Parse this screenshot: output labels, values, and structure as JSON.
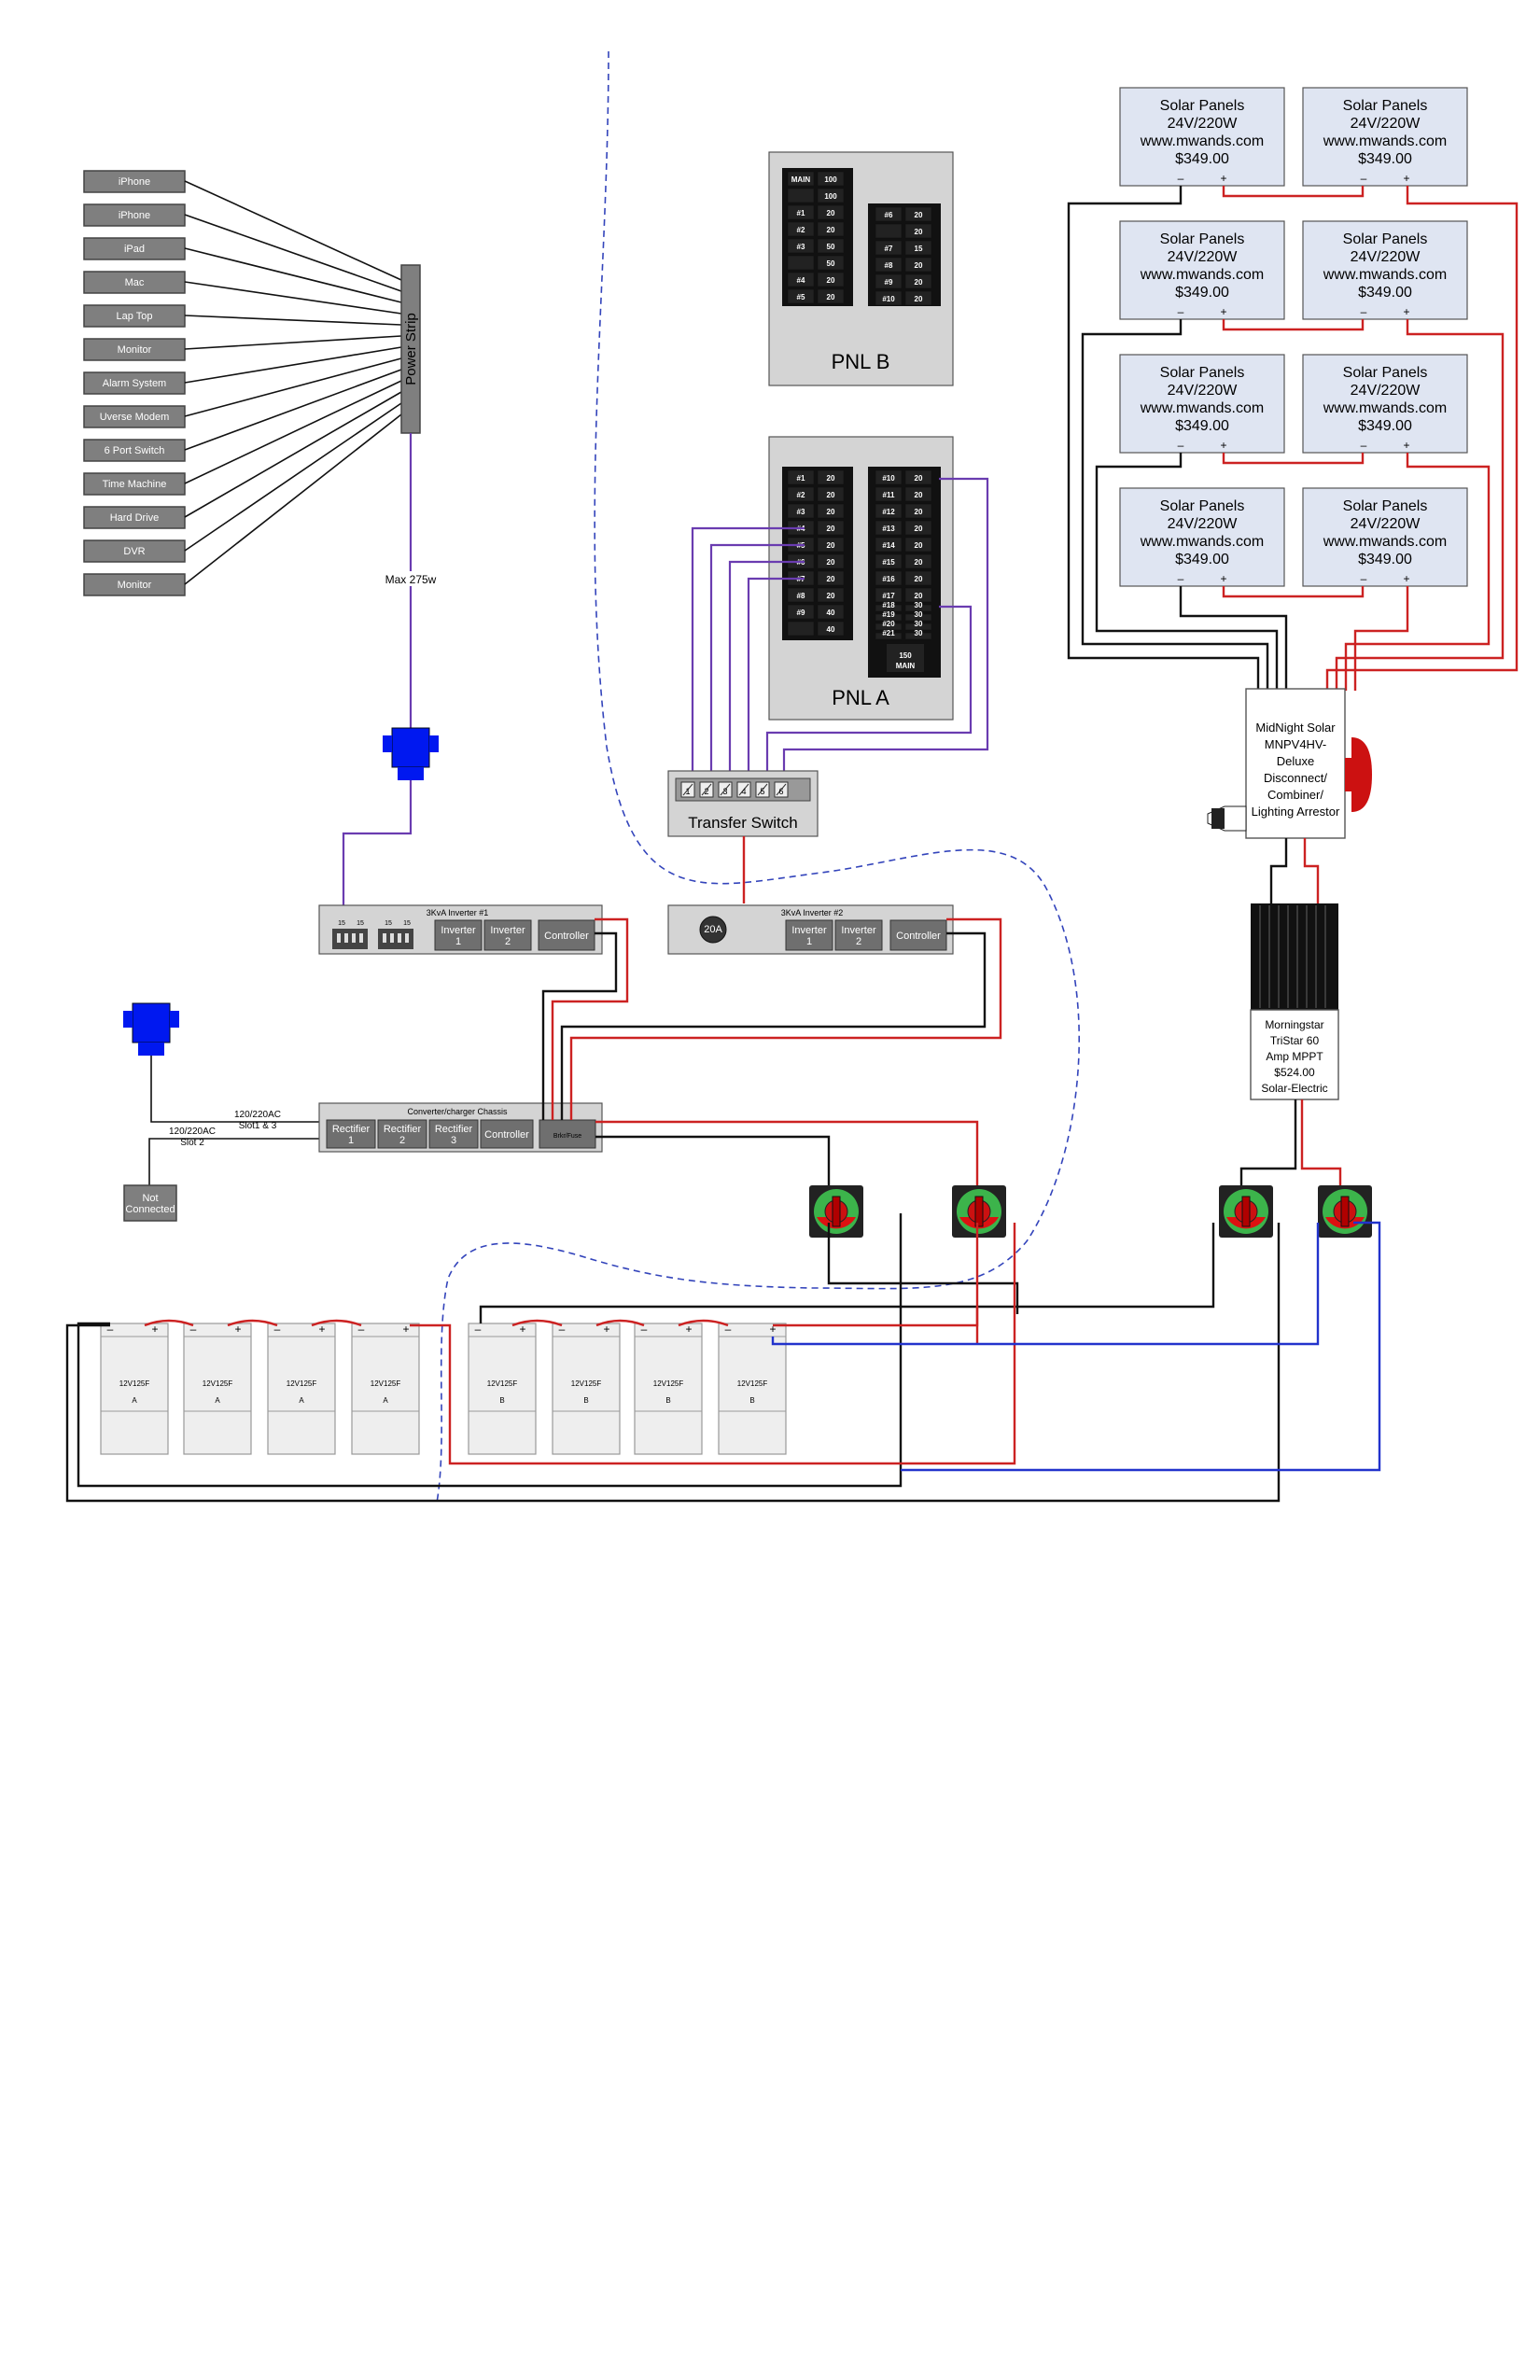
{
  "devices": [
    "iPhone",
    "iPhone",
    "iPad",
    "Mac",
    "Lap Top",
    "Monitor",
    "Alarm System",
    "Uverse Modem",
    "6 Port Switch",
    "Time Machine",
    "Hard Drive",
    "DVR",
    "Monitor"
  ],
  "power_strip": {
    "label": "Power Strip",
    "max_label": "Max 275w"
  },
  "solar_panel": {
    "line1": "Solar Panels",
    "line2": "24V/220W",
    "line3": "www.mwands.com",
    "price": "$349.00",
    "neg": "–",
    "pos": "+"
  },
  "pnl_b": {
    "title": "PNL B",
    "left": [
      [
        "MAIN",
        "100"
      ],
      [
        "",
        "100"
      ],
      [
        "#1",
        "20"
      ],
      [
        "#2",
        "20"
      ],
      [
        "#3",
        "50"
      ],
      [
        "",
        "50"
      ],
      [
        "#4",
        "20"
      ],
      [
        "#5",
        "20"
      ]
    ],
    "right": [
      [
        "#6",
        "20"
      ],
      [
        "",
        "20"
      ],
      [
        "#7",
        "15"
      ],
      [
        "#8",
        "20"
      ],
      [
        "#9",
        "20"
      ],
      [
        "#10",
        "20"
      ]
    ]
  },
  "pnl_a": {
    "title": "PNL A",
    "left": [
      [
        "#1",
        "20"
      ],
      [
        "#2",
        "20"
      ],
      [
        "#3",
        "20"
      ],
      [
        "#4",
        "20"
      ],
      [
        "#5",
        "20"
      ],
      [
        "#6",
        "20"
      ],
      [
        "#7",
        "20"
      ],
      [
        "#8",
        "20"
      ],
      [
        "#9",
        "40"
      ],
      [
        "",
        "40"
      ]
    ],
    "right": [
      [
        "#10",
        "20"
      ],
      [
        "#11",
        "20"
      ],
      [
        "#12",
        "20"
      ],
      [
        "#13",
        "20"
      ],
      [
        "#14",
        "20"
      ],
      [
        "#15",
        "20"
      ],
      [
        "#16",
        "20"
      ],
      [
        "#17",
        "20"
      ]
    ],
    "red": [
      [
        "#18",
        "30"
      ],
      [
        "#19",
        "30"
      ],
      [
        "#20",
        "30"
      ],
      [
        "#21",
        "30"
      ]
    ],
    "main_value": "150",
    "main_label": "MAIN"
  },
  "transfer_switch": {
    "label": "Transfer Switch",
    "ports": [
      "1",
      "2",
      "3",
      "4",
      "5",
      "6"
    ]
  },
  "midnight": {
    "lines": [
      "MidNight Solar",
      "MNPV4HV-",
      "Deluxe",
      "Disconnect/",
      "Combiner/",
      "Lighting Arrestor"
    ]
  },
  "morningstar": {
    "lines": [
      "Morningstar",
      "TriStar 60",
      "Amp MPPT",
      "$524.00",
      "Solar-Electric"
    ]
  },
  "inverter1": {
    "title": "3KvA Inverter #1",
    "outlet_labels": [
      "15",
      "15",
      "15",
      "15"
    ],
    "inv1": "Inverter",
    "inv1n": "1",
    "inv2": "Inverter",
    "inv2n": "2",
    "controller": "Controller"
  },
  "inverter2": {
    "title": "3KvA Inverter #2",
    "dial": "20A",
    "inv1": "Inverter",
    "inv1n": "1",
    "inv2": "Inverter",
    "inv2n": "2",
    "controller": "Controller"
  },
  "converter": {
    "title": "Converter/charger Chassis",
    "rect1": "Rectifier",
    "rect1n": "1",
    "rect2": "Rectifier",
    "rect2n": "2",
    "rect3": "Rectifier",
    "rect3n": "3",
    "controller": "Controller",
    "breaker": "Brkr/Fuse"
  },
  "ac_labels": {
    "a": "120/220AC",
    "a2": "Slot1 & 3",
    "b": "120/220AC",
    "b2": "Slot 2"
  },
  "not_connected": {
    "l1": "Not",
    "l2": "Connected"
  },
  "batteries": {
    "model": "12V125F",
    "bank_a": "A",
    "bank_b": "B",
    "neg": "–",
    "pos": "+"
  },
  "colors": {
    "wire_red": "#cc2222",
    "wire_black": "#111111",
    "wire_blue": "#2233cc",
    "wire_purple": "#6a3cb0",
    "plug_blue": "#0018f0",
    "panel_fill": "#dfe5f2"
  }
}
